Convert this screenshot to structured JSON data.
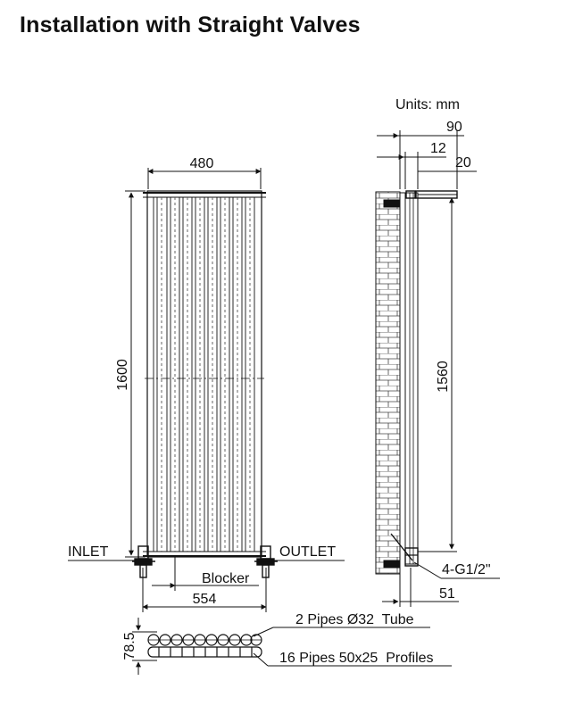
{
  "title": "Installation with Straight Valves",
  "units": "Units: mm",
  "front": {
    "width_top": "480",
    "height": "1600",
    "width_bottom": "554",
    "inlet": "INLET",
    "outlet": "OUTLET",
    "blocker": "Blocker"
  },
  "side": {
    "depth_total": "90",
    "depth_gap": "12",
    "depth_top": "20",
    "height_centers": "1560",
    "thread": "4-G1/2\"",
    "bottom_offset": "51"
  },
  "section": {
    "depth": "78.5",
    "pipes_label": "2 Pipes Ø32  Tube",
    "profiles_label": "16 Pipes 50x25  Profiles"
  }
}
